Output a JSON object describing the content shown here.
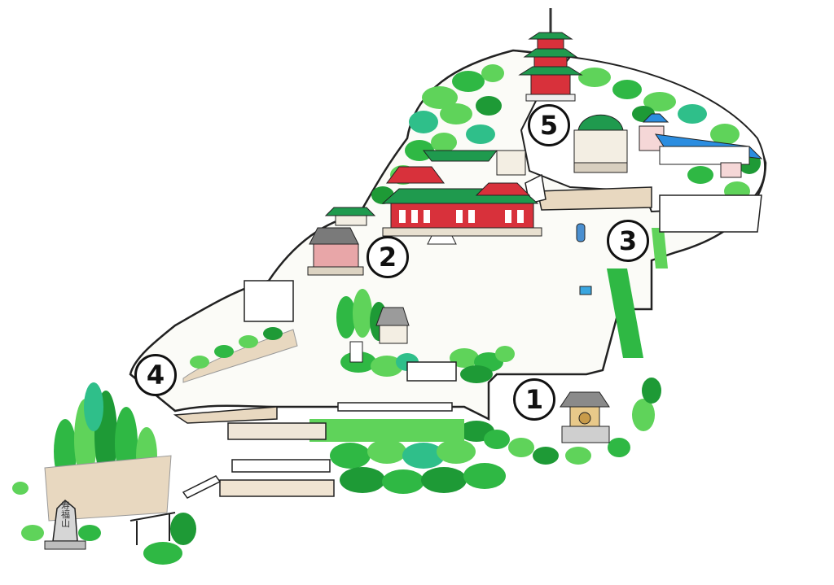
{
  "colors": {
    "foliage_light": "#5fd35a",
    "foliage_mid": "#2fb844",
    "foliage_dark": "#1e9a36",
    "foliage_teal": "#2fbf8a",
    "roof_green": "#1f9a4e",
    "temple_red": "#d8313b",
    "roof_blue": "#2b8de0",
    "gravel": "#e8d8c0",
    "outline": "#222222"
  },
  "markers": [
    {
      "label": "1"
    },
    {
      "label": "2"
    },
    {
      "label": "3"
    },
    {
      "label": "4"
    },
    {
      "label": "5"
    }
  ],
  "stone_monument": {
    "text": "寿福山"
  },
  "buildings": [
    {
      "icon": "pagoda-icon"
    },
    {
      "icon": "main-hall-icon"
    },
    {
      "icon": "octagonal-hall-icon"
    },
    {
      "icon": "bell-tower-icon"
    },
    {
      "icon": "small-shrine-icon"
    },
    {
      "icon": "blue-roof-hall-icon"
    },
    {
      "icon": "green-dome-hall-icon"
    }
  ]
}
